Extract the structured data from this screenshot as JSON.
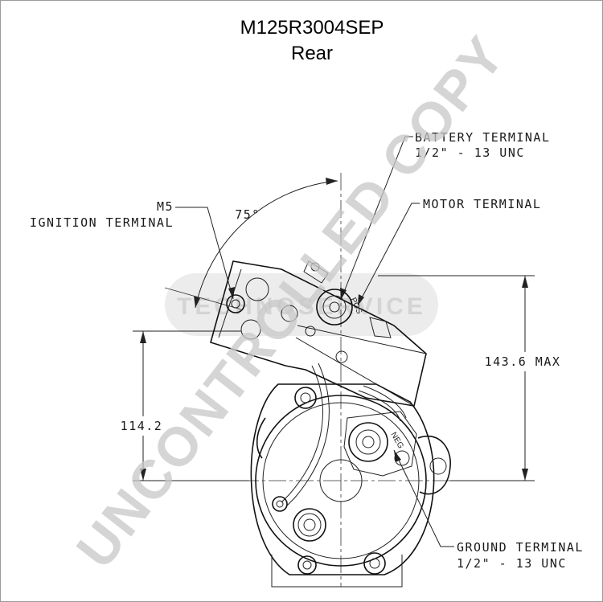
{
  "title": {
    "part_number": "M125R3004SEP",
    "view": "Rear"
  },
  "labels": {
    "battery_terminal": "BATTERY TERMINAL",
    "battery_thread": "1/2\" - 13 UNC",
    "motor_terminal": "MOTOR TERMINAL",
    "ignition_size": "M5",
    "ignition_terminal": "IGNITION TERMINAL",
    "ground_terminal": "GROUND TERMINAL",
    "ground_thread": "1/2\" - 13 UNC",
    "angle": "75°"
  },
  "dimensions": {
    "height_max": "143.6 MAX",
    "height_center": "114.2"
  },
  "component_markings": {
    "pos": "POS",
    "neg": "NEG"
  },
  "watermark": {
    "main": "UNCONTROLLED COPY",
    "band": "TECHNOSERVICE"
  }
}
